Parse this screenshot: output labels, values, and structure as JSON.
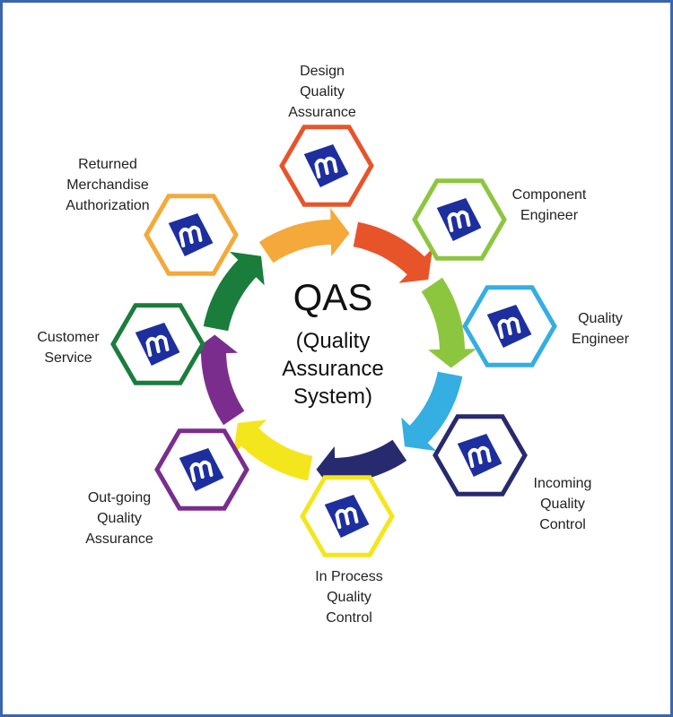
{
  "center": {
    "title": "QAS",
    "subtitle_lines": [
      "(Quality",
      "Assurance",
      "System)"
    ]
  },
  "nodes": [
    {
      "id": "design-qa",
      "lines": [
        "Design",
        "Quality",
        "Assurance"
      ],
      "color": "#e8542a"
    },
    {
      "id": "component-engineer",
      "lines": [
        "Component",
        "Engineer"
      ],
      "color": "#8cc63e"
    },
    {
      "id": "quality-engineer",
      "lines": [
        "Quality",
        "Engineer"
      ],
      "color": "#35aee2"
    },
    {
      "id": "incoming-qc",
      "lines": [
        "Incoming",
        "Quality",
        "Control"
      ],
      "color": "#272a6e"
    },
    {
      "id": "in-process-qc",
      "lines": [
        "In Process",
        "Quality",
        "Control"
      ],
      "color": "#f4e61c"
    },
    {
      "id": "outgoing-qa",
      "lines": [
        "Out-going",
        "Quality",
        "Assurance"
      ],
      "color": "#7b2d8e"
    },
    {
      "id": "customer-service",
      "lines": [
        "Customer",
        "Service"
      ],
      "color": "#1a7d3c"
    },
    {
      "id": "rma",
      "lines": [
        "Returned",
        "Merchandise",
        "Authorization"
      ],
      "color": "#f4a93a"
    }
  ],
  "logo_icon": "m-logo-icon"
}
